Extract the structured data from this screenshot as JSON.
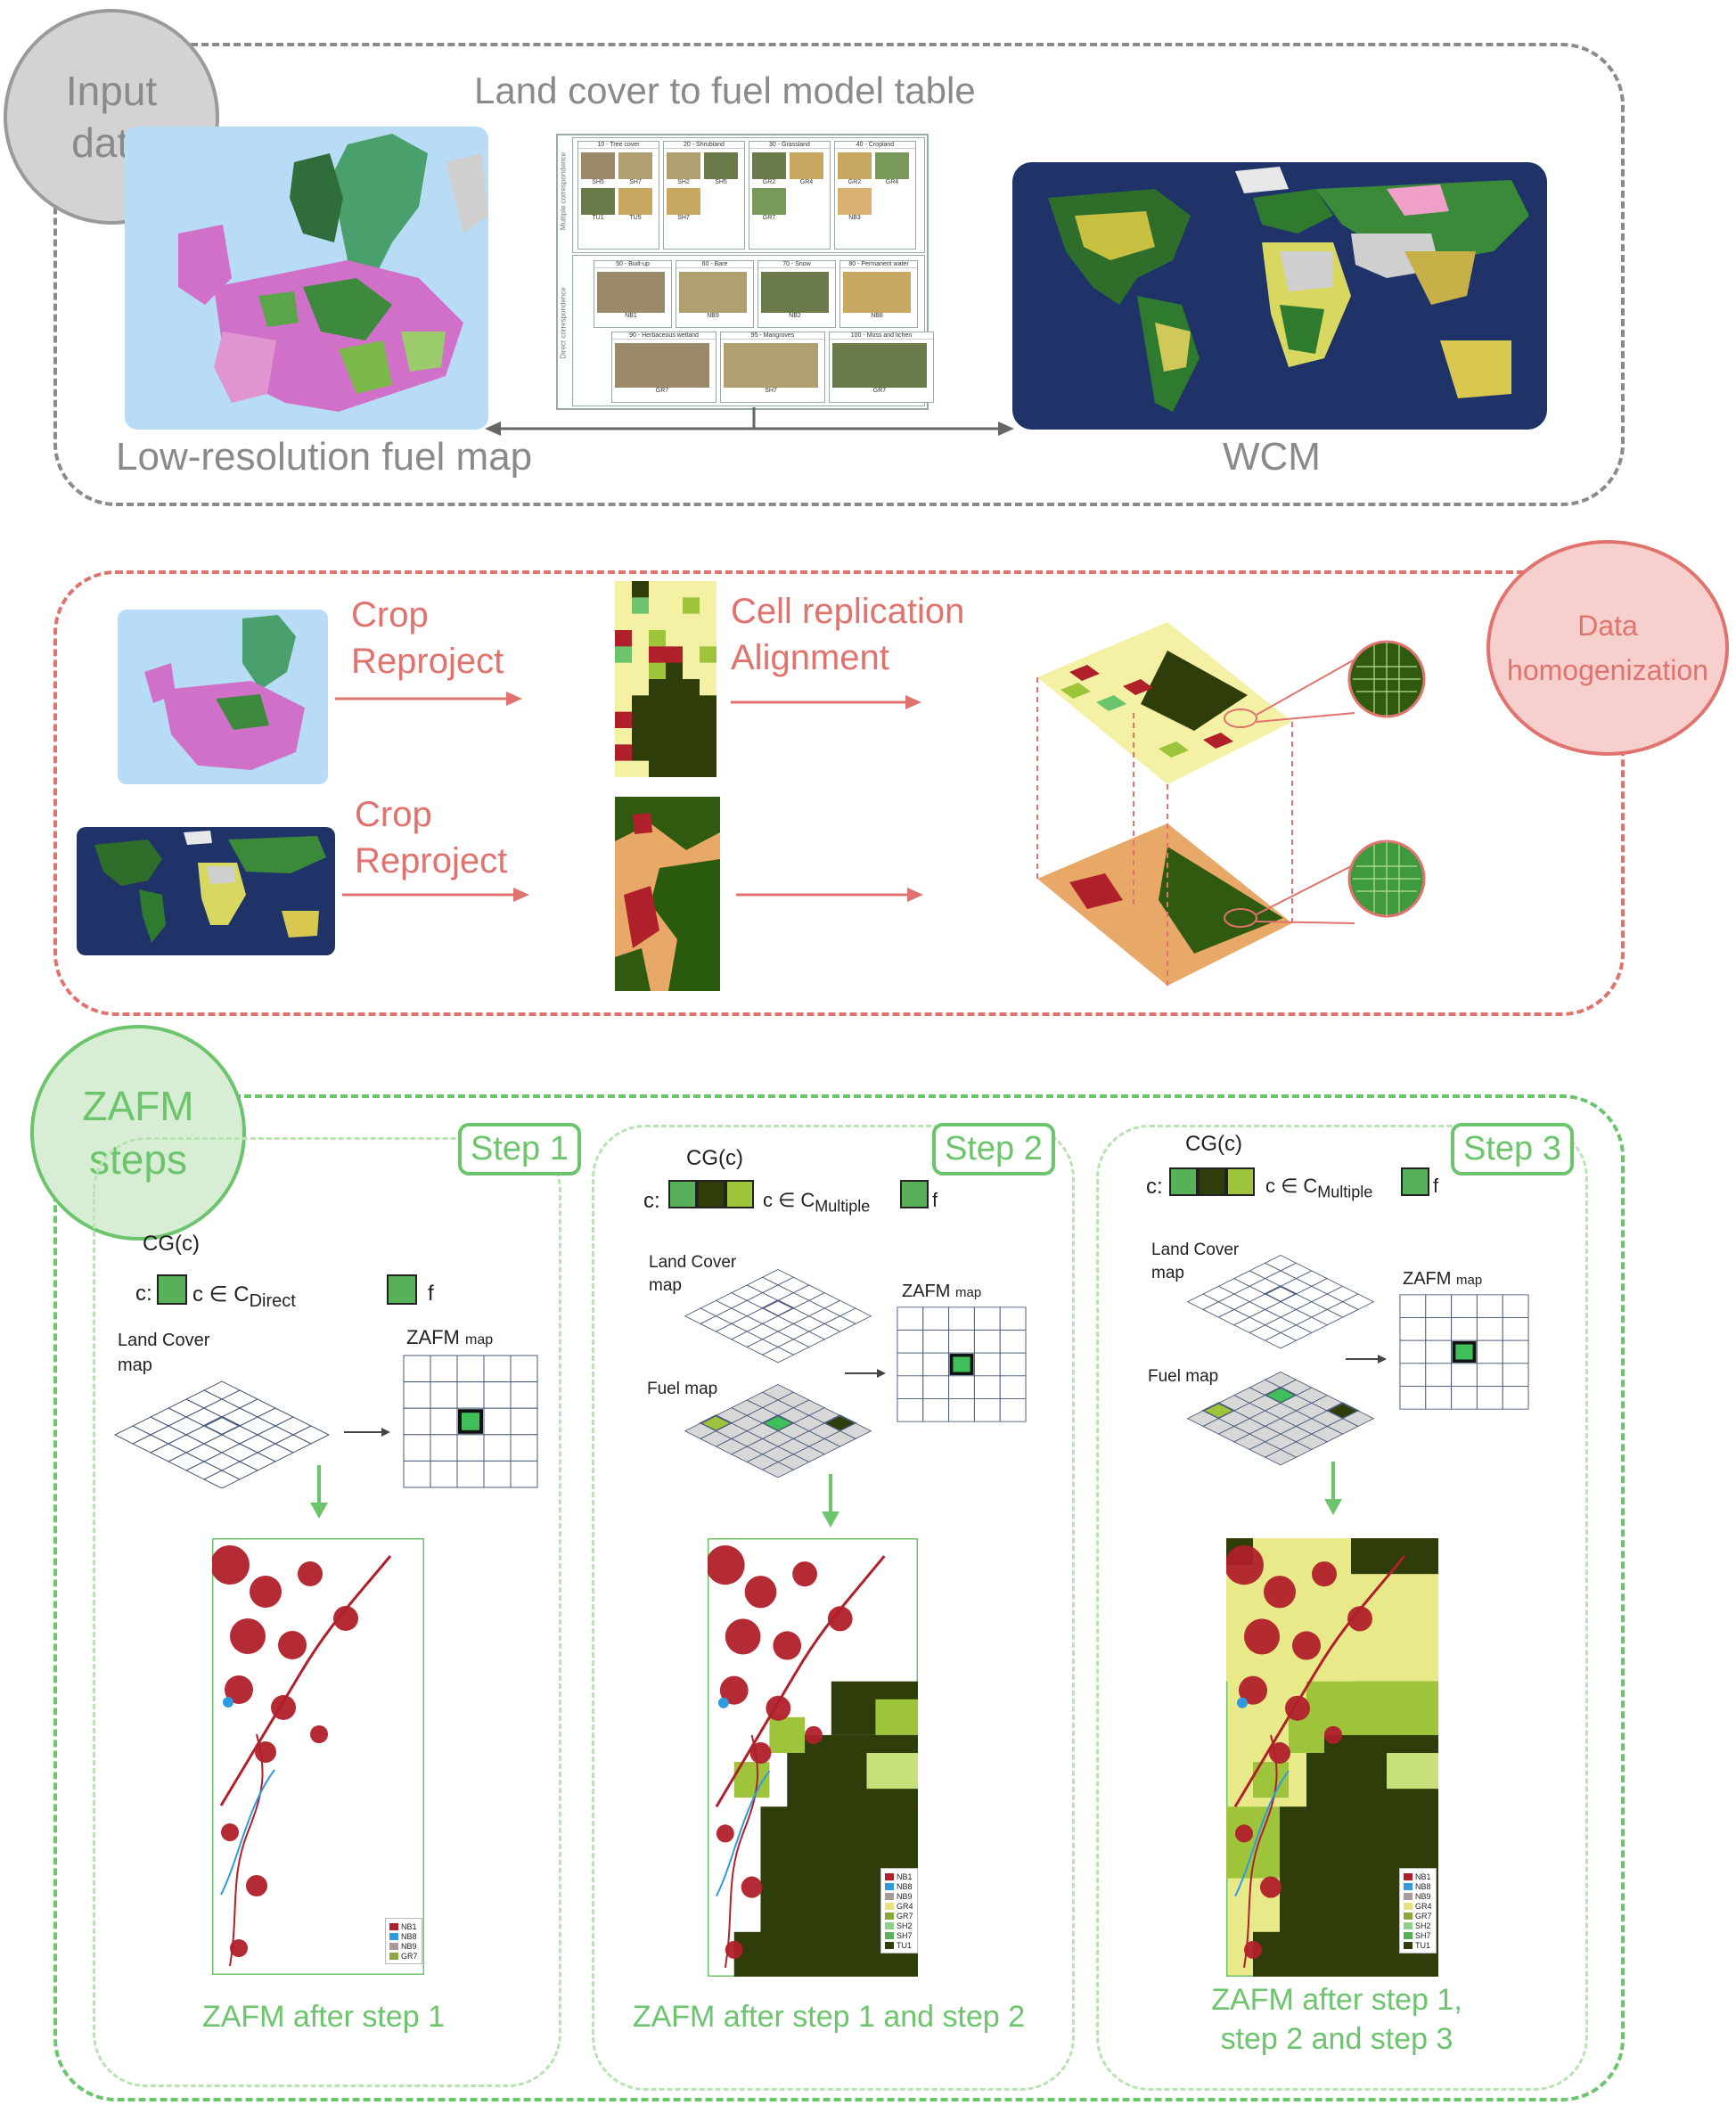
{
  "section_input": {
    "circle_label": "Input\ndata",
    "table_title": "Land cover to fuel model table",
    "left_label": "Low-resolution fuel map",
    "right_label": "WCM",
    "table": {
      "side_labels": [
        "Multiple correspondence",
        "Direct correspondence"
      ],
      "multiple": [
        {
          "title": "10 - Tree cover",
          "codes": [
            "SH5",
            "SH7",
            "TU1",
            "TU5"
          ]
        },
        {
          "title": "20 - Shrubland",
          "codes": [
            "SH2",
            "SH5",
            "SH7"
          ]
        },
        {
          "title": "30 - Grassland",
          "codes": [
            "GR2",
            "GR4",
            "GR7"
          ]
        },
        {
          "title": "40 - Cropland",
          "codes": [
            "GR2",
            "GR4",
            "NB3"
          ]
        }
      ],
      "direct_row1": [
        {
          "title": "50 - Built-up",
          "codes": [
            "NB1"
          ]
        },
        {
          "title": "60 - Bare",
          "codes": [
            "NB9"
          ]
        },
        {
          "title": "70 - Snow",
          "codes": [
            "NB2"
          ]
        },
        {
          "title": "80 - Permanent water",
          "codes": [
            "NB8"
          ]
        }
      ],
      "direct_row2": [
        {
          "title": "90 - Herbaceous wetland",
          "codes": [
            "GR7"
          ]
        },
        {
          "title": "95 - Mangroves",
          "codes": [
            "SH7"
          ]
        },
        {
          "title": "100 - Moss and lichen",
          "codes": [
            "GR7"
          ]
        }
      ]
    }
  },
  "section_homog": {
    "circle_label": "Data\nhomogenization",
    "row1_op": "Crop\nReproject",
    "row1_op2": "Cell replication\nAlignment",
    "row2_op": "Crop\nReproject"
  },
  "section_zafm": {
    "circle_label": "ZAFM\nsteps",
    "steps": [
      {
        "tag": "Step 1",
        "cg": "CG(c)",
        "c_label": "c:",
        "set_label": "c ∈ C",
        "set_sub": "Direct",
        "f_label": "f",
        "lc_label": "Land Cover\nmap",
        "zafm_label": "ZAFM",
        "zafm_sub": "map",
        "caption": "ZAFM after step 1",
        "legend": [
          "NB1",
          "NB8",
          "NB9",
          "GR7"
        ]
      },
      {
        "tag": "Step 2",
        "cg": "CG(c)",
        "c_label": "c:",
        "set_label": "c ∈ C",
        "set_sub": "Multiple",
        "f_label": "f",
        "lc_label": "Land Cover\nmap",
        "fuel_label": "Fuel map",
        "zafm_label": "ZAFM",
        "zafm_sub": "map",
        "caption": "ZAFM after step 1 and step 2",
        "legend": [
          "NB1",
          "NB8",
          "NB9",
          "GR4",
          "GR7",
          "SH2",
          "SH7",
          "TU1"
        ]
      },
      {
        "tag": "Step 3",
        "cg": "CG(c)",
        "c_label": "c:",
        "set_label": "c ∈ C",
        "set_sub": "Multiple",
        "f_label": "f",
        "lc_label": "Land Cover\nmap",
        "fuel_label": "Fuel map",
        "zafm_label": "ZAFM",
        "zafm_sub": "map",
        "caption": "ZAFM after step 1,\nstep 2 and step 3",
        "legend": [
          "NB1",
          "NB8",
          "NB9",
          "GR4",
          "GR7",
          "SH2",
          "SH7",
          "TU1"
        ]
      }
    ]
  },
  "colors": {
    "grey": "#8a8a8a",
    "red": "#e0736e",
    "green": "#6cc46c",
    "dark_green": "#2f3d0a",
    "mid_green": "#3f9a3f",
    "lime": "#9dc43b",
    "pale_yellow": "#f4f0a4",
    "crimson": "#b0202a",
    "ocean": "#1f3368",
    "sea_light": "#b8dcf6"
  },
  "legend_colors": {
    "NB1": "#b0202a",
    "NB8": "#2f9ae0",
    "NB9": "#a89a98",
    "GR4": "#e8e07a",
    "GR7": "#8aa83a",
    "SH2": "#8fd08a",
    "SH7": "#58b058",
    "TU1": "#2f3d0a"
  }
}
